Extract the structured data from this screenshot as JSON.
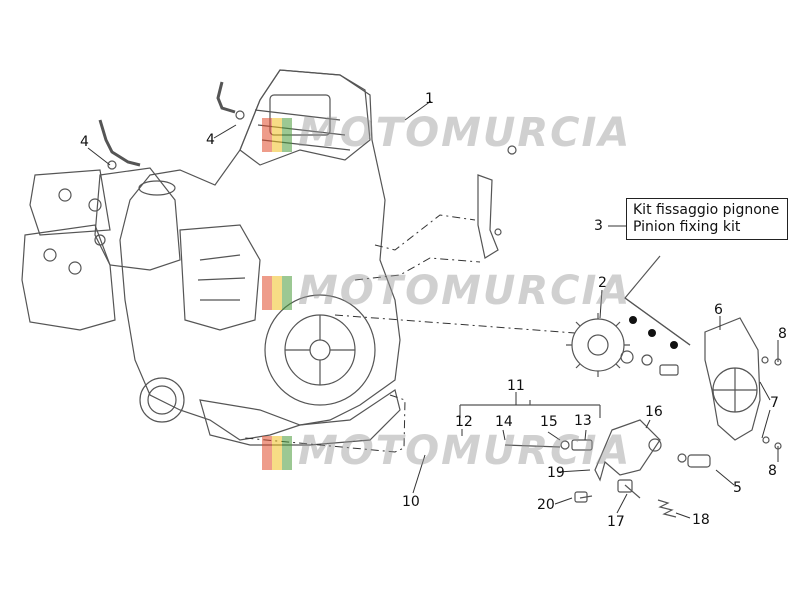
{
  "diagram": {
    "callouts": [
      "1",
      "2",
      "3",
      "4",
      "4",
      "5",
      "6",
      "7",
      "8",
      "8",
      "10",
      "11",
      "12",
      "13",
      "14",
      "15",
      "16",
      "17",
      "18",
      "19",
      "20"
    ],
    "kit_label_line1": "Kit fissaggio pignone",
    "kit_label_line2": "Pinion fixing kit",
    "watermark_text": "MOTOMURCIA",
    "watermark_colors": [
      "#e04a2a",
      "#f0c020",
      "#4a9a3a"
    ],
    "line_color": "#555555"
  }
}
